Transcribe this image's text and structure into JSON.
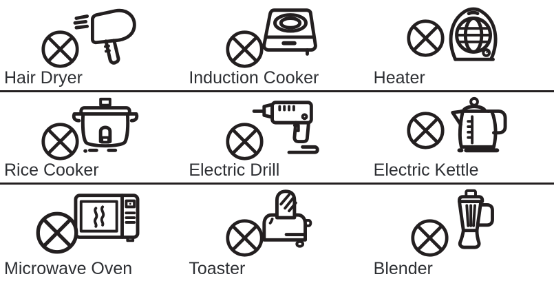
{
  "page": {
    "background": "#ffffff",
    "line_color": "#231f20",
    "text_color": "#2d2f33"
  },
  "prohibition_icon": "circle-x-icon",
  "items": [
    {
      "label": "Hair Dryer",
      "icon": "hair-dryer-icon"
    },
    {
      "label": "Induction Cooker",
      "icon": "induction-cooker-icon"
    },
    {
      "label": "Heater",
      "icon": "heater-icon"
    },
    {
      "label": "Rice Cooker",
      "icon": "rice-cooker-icon"
    },
    {
      "label": "Electric Drill",
      "icon": "electric-drill-icon"
    },
    {
      "label": "Electric Kettle",
      "icon": "electric-kettle-icon"
    },
    {
      "label": "Microwave Oven",
      "icon": "microwave-oven-icon"
    },
    {
      "label": "Toaster",
      "icon": "toaster-icon"
    },
    {
      "label": "Blender",
      "icon": "blender-icon"
    }
  ]
}
